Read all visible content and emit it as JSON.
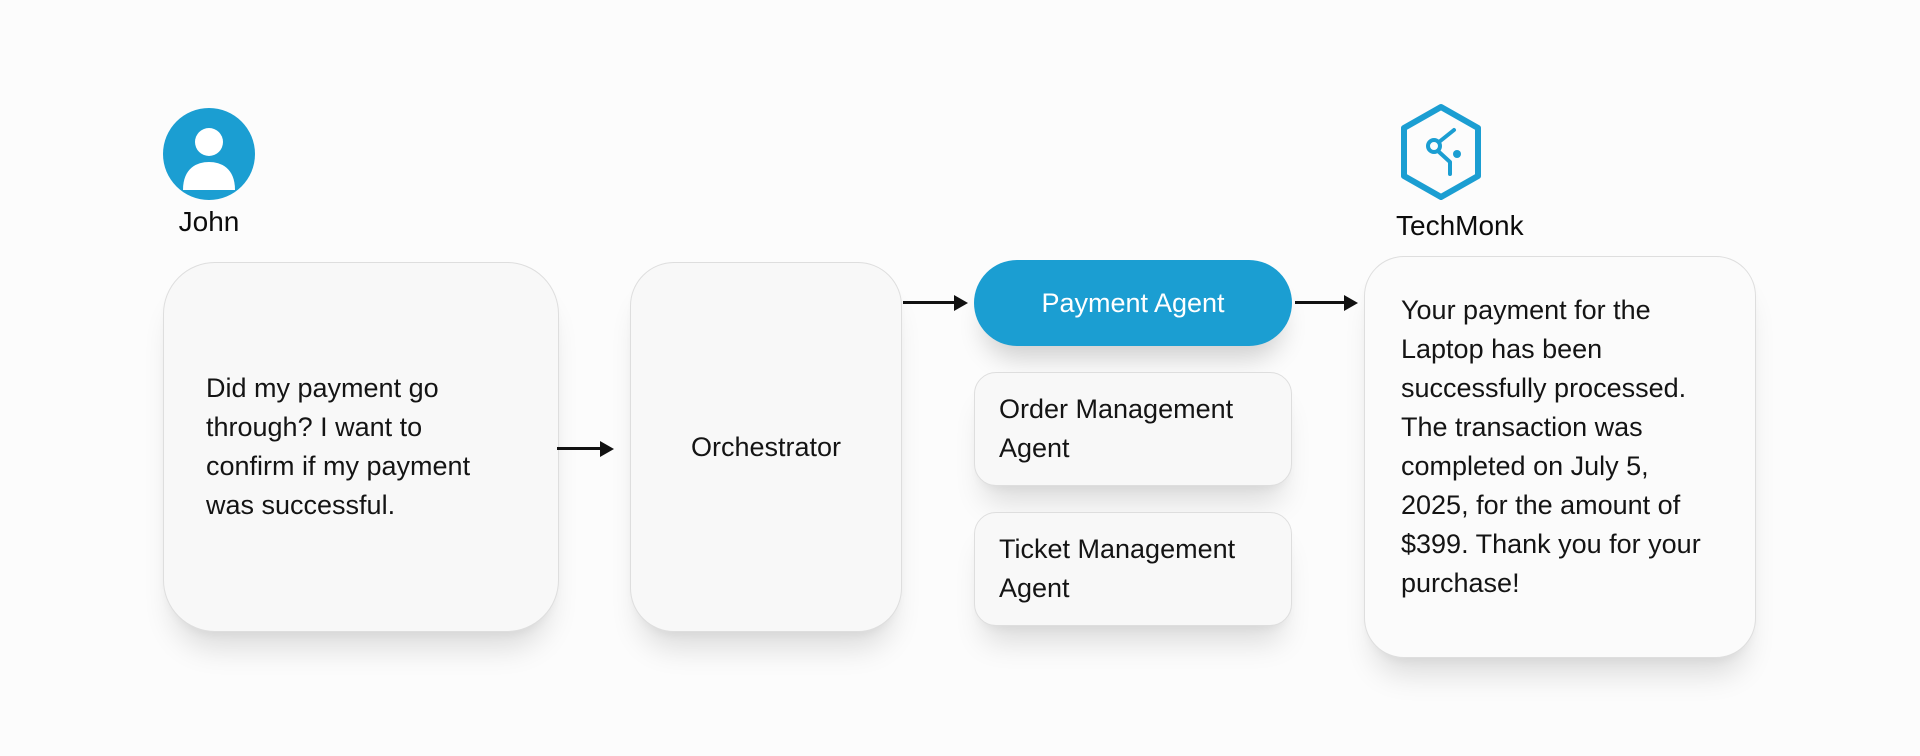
{
  "colors": {
    "accent": "#1b9ed2",
    "background": "#fcfcfc",
    "node_background": "#f8f8f8",
    "node_border": "#dedede",
    "arrow": "#111111",
    "pill_text": "#ffffff"
  },
  "user": {
    "name": "John",
    "message": "Did my payment go through? I want to confirm if my payment was successful."
  },
  "orchestrator": {
    "label": "Orchestrator"
  },
  "agents": [
    {
      "label": "Payment Agent",
      "active": true
    },
    {
      "label": "Order Management Agent",
      "active": false
    },
    {
      "label": "Ticket Management Agent",
      "active": false
    }
  ],
  "assistant": {
    "name": "TechMonk",
    "message": "Your payment for the Laptop has been successfully processed. The transaction was completed on July 5, 2025, for the amount of $399. Thank you for your purchase!"
  },
  "icons": {
    "user_avatar": "person-icon",
    "assistant_logo": "hexagon-circuit-icon"
  }
}
